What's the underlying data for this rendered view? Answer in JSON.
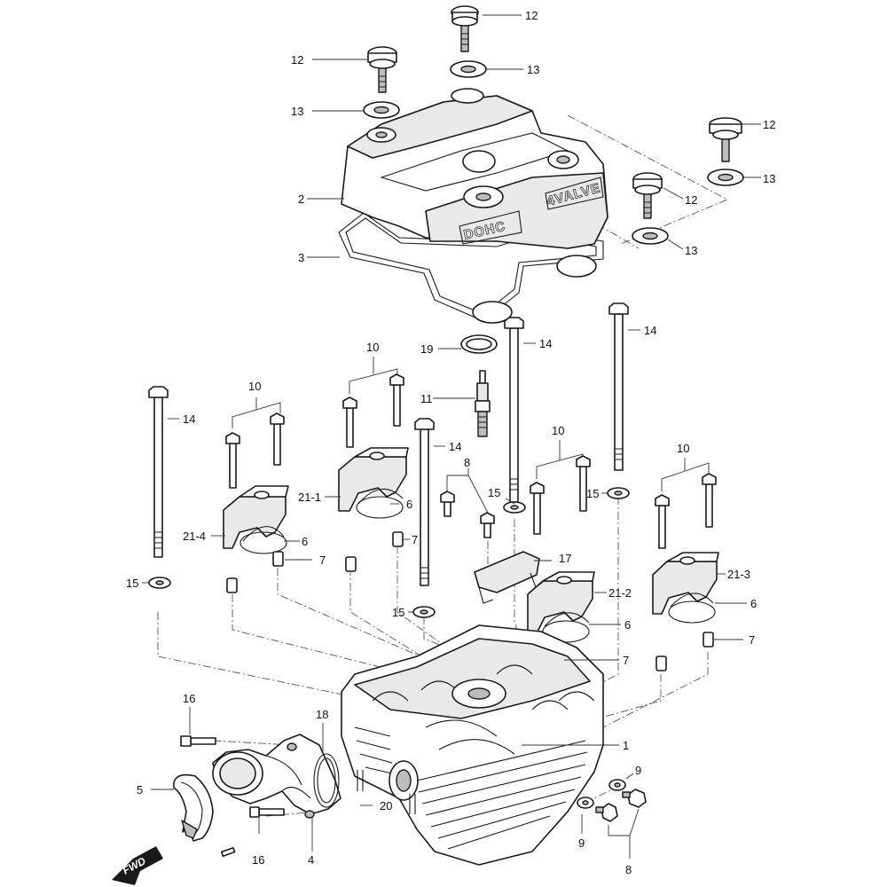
{
  "callouts": {
    "c1": "1",
    "c2": "2",
    "c3": "3",
    "c4": "4",
    "c5": "5",
    "c6": "6",
    "c7": "7",
    "c8": "8",
    "c9": "9",
    "c10": "10",
    "c11": "11",
    "c12": "12",
    "c13": "13",
    "c14": "14",
    "c15": "15",
    "c16": "16",
    "c17": "17",
    "c18": "18",
    "c19": "19",
    "c20": "20",
    "c21_1": "21-1",
    "c21_2": "21-2",
    "c21_3": "21-3",
    "c21_4": "21-4"
  },
  "emboss": {
    "dohc": "DOHC",
    "valve": "4VALVE"
  },
  "direction": {
    "fwd": "FWD"
  }
}
